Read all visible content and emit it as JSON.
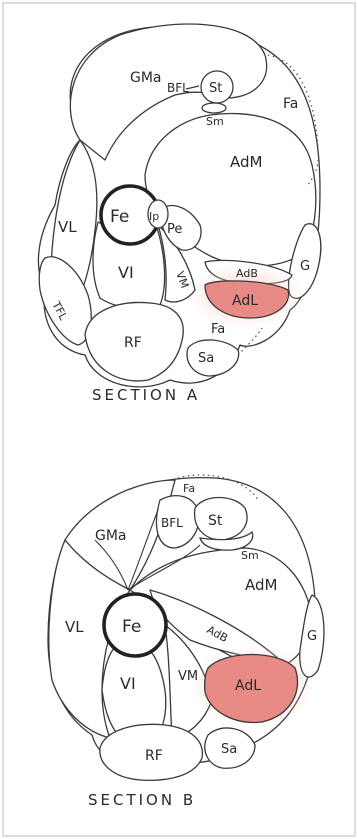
{
  "colors": {
    "background": "#ffffff",
    "outline": "#3a3a3a",
    "frame": "#d0d0d0",
    "highlight": "#e88a86",
    "highlight_glow": "#f6d0c4"
  },
  "section_a": {
    "title": "SECTION A",
    "labels": {
      "gma": "GMa",
      "fa": "Fa",
      "bfl": "BFL",
      "st": "St",
      "sm": "Sm",
      "adm": "AdM",
      "fe": "Fe",
      "ip": "Ip",
      "pe": "Pe",
      "vl": "VL",
      "vi": "VI",
      "vm": "VM",
      "adb": "AdB",
      "adl": "AdL",
      "g": "G",
      "tfl": "TFL",
      "rf": "RF",
      "sa": "Sa",
      "fa2": "Fa"
    }
  },
  "section_b": {
    "title": "SECTION B",
    "labels": {
      "fa": "Fa",
      "gma": "GMa",
      "bfl": "BFL",
      "st": "St",
      "sm": "Sm",
      "adm": "AdM",
      "vl": "VL",
      "fe": "Fe",
      "adb": "AdB",
      "g": "G",
      "vi": "VI",
      "vm": "VM",
      "adl": "AdL",
      "rf": "RF",
      "sa": "Sa"
    }
  }
}
